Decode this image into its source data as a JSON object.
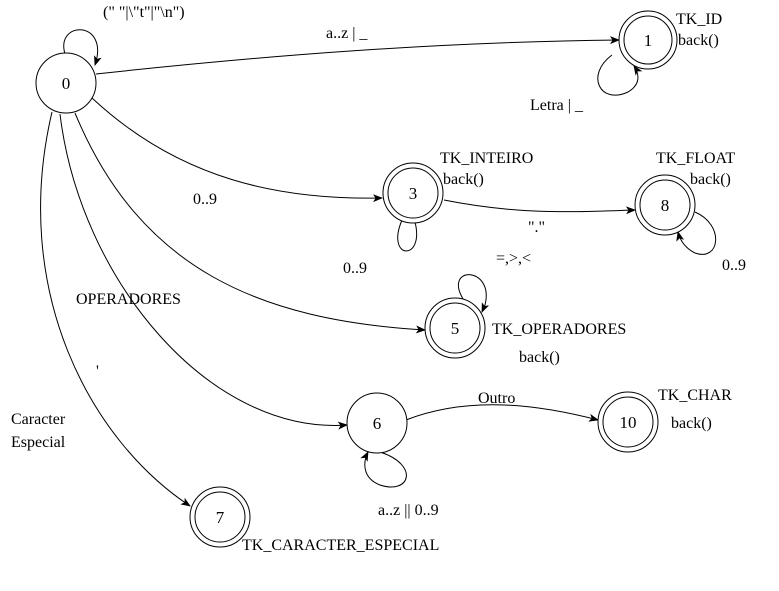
{
  "states": {
    "s0": "0",
    "s1": "1",
    "s3": "3",
    "s5": "5",
    "s6": "6",
    "s7": "7",
    "s8": "8",
    "s10": "10"
  },
  "tokens": {
    "id_name": "TK_ID",
    "id_action": "back()",
    "inteiro_name": "TK_INTEIRO",
    "inteiro_action": "back()",
    "float_name": "TK_FLOAT",
    "float_action": "back()",
    "operadores_name": "TK_OPERADORES",
    "operadores_action": "back()",
    "char_name": "TK_CHAR",
    "char_action": "back()",
    "especial_name": "TK_CARACTER_ESPECIAL"
  },
  "transitions": {
    "t0_self": "(\" \"|\\\"t\"|\"\\n\")",
    "t0_1": "a..z | _",
    "t1_self": "Letra | _",
    "t0_3": "0..9",
    "t3_self": "0..9",
    "t3_8": "\".\"",
    "t8_self": "0..9",
    "t5_self": "=,>,<",
    "t0_5": "OPERADORES",
    "t0_6": "'",
    "t0_7_line1": "Caracter",
    "t0_7_line2": "Especial",
    "t6_10": "Outro",
    "t6_self": "a..z || 0..9"
  }
}
